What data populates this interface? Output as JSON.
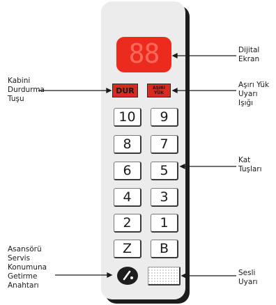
{
  "display": {
    "digits": "88"
  },
  "buttons": {
    "stop": "DUR",
    "overload_line1": "AŞIRI",
    "overload_line2": "YÜK"
  },
  "keys": [
    "10",
    "9",
    "8",
    "7",
    "6",
    "5",
    "4",
    "3",
    "2",
    "1",
    "Z",
    "B"
  ],
  "labels": {
    "screen": [
      "Dijital",
      "Ekran"
    ],
    "stop": [
      "Kabini",
      "Durdurma",
      "Tuşu"
    ],
    "overload": [
      "Aşırı Yük",
      "Uyarı",
      "Işığı"
    ],
    "floor_keys": [
      "Kat",
      "Tuşları"
    ],
    "service": [
      "Asansörü",
      "Servis",
      "Konumuna",
      "Getirme",
      "Anahtarı"
    ],
    "buzzer": [
      "Sesli",
      "Uyarı"
    ]
  },
  "colors": {
    "panel": "#ececec",
    "display": "#ec2b1f",
    "button_red": "#d62b20",
    "shadow": "#1c1c1c"
  },
  "icons": {
    "service_key": "key-slot-icon",
    "buzzer": "speaker-grille-icon"
  }
}
